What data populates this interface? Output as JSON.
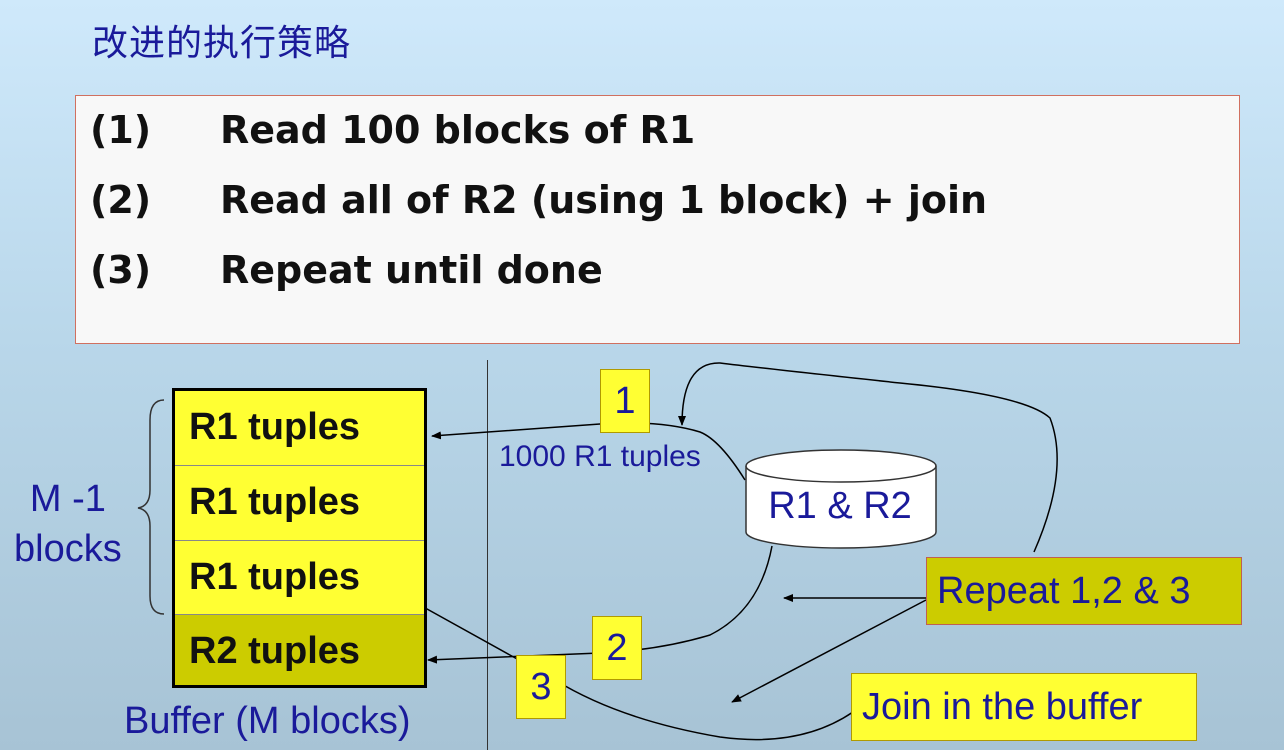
{
  "title": "改进的执行策略",
  "steps": [
    {
      "num": "(1)",
      "text": "Read 100 blocks of R1"
    },
    {
      "num": "(2)",
      "text": "Read all of R2 (using 1 block) + join"
    },
    {
      "num": "(3)",
      "text": "Repeat until done"
    }
  ],
  "buffer": {
    "cells": [
      "R1 tuples",
      "R1 tuples",
      "R1 tuples",
      "R2 tuples"
    ],
    "caption": "Buffer (M blocks)",
    "m_label_line1": "M -1",
    "m_label_line2": "blocks"
  },
  "arrow_label": "1000 R1 tuples",
  "disk_label": "R1 & R2",
  "markers": [
    "1",
    "2",
    "3"
  ],
  "notes": {
    "repeat": "Repeat 1,2 & 3",
    "join": "Join in the buffer"
  },
  "colors": {
    "title": "#1a1a9a",
    "yellow": "#ffff33",
    "olive": "#cccc00",
    "box_border": "#d07060"
  }
}
